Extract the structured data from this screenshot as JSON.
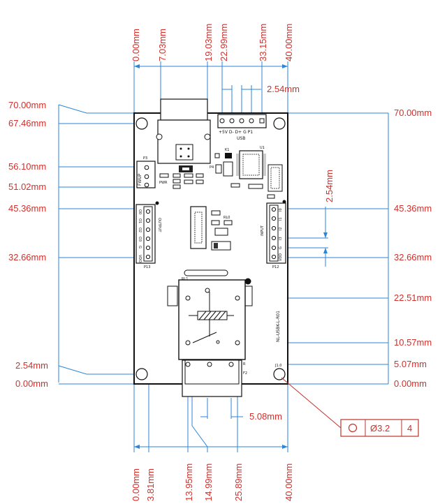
{
  "colors": {
    "dimension_text": "#d0302c",
    "dimension_line": "#2a86d8",
    "board": "#ffffff",
    "board_outline": "#111111",
    "callout": "#c0322c"
  },
  "dimensions": {
    "top": [
      "0.00mm",
      "7.03mm",
      "19.03mm",
      "22.99mm",
      "33.15mm",
      "40.00mm"
    ],
    "bottom": [
      "0.00mm",
      "3.81mm",
      "13.95mm",
      "14.99mm",
      "25.89mm",
      "40.00mm"
    ],
    "left": [
      "70.00mm",
      "67.46mm",
      "56.10mm",
      "51.02mm",
      "45.36mm",
      "32.66mm",
      "2.54mm",
      "0.00mm"
    ],
    "right": [
      "70.00mm",
      "45.36mm",
      "32.66mm",
      "22.51mm",
      "10.57mm",
      "5.07mm",
      "0.00mm"
    ],
    "usb_pitch": "2.54mm",
    "input_pitch": "2.54mm",
    "terminal_pitch": "5.08mm"
  },
  "hole_callout": {
    "symbol": "circle",
    "diameter": "Ø3.2",
    "count": "4"
  },
  "silkscreen": {
    "usb_pins": "+5V  D-  D+  G  P1",
    "usb_label": "USB",
    "pwr_label": "PWR",
    "fwup_label": "FWUP",
    "p3_label": "P3",
    "p4_label": "P4",
    "k1_label": "K1",
    "u1_label": "U1",
    "rl0_label": "RL0",
    "rl1_label": "RL1",
    "output_label": "OUTPUT",
    "output_pins": [
      "O0",
      "O1",
      "O2",
      "O3",
      "G",
      "VDO"
    ],
    "p13_label": "P13",
    "input_label": "INPUT",
    "input_pins": [
      "I0",
      "I1",
      "I2",
      "I3",
      "G",
      "VDD"
    ],
    "p12_label": "P12",
    "board_name": "NL-USBK-L-R01",
    "j1_label": "J1.0",
    "r_label": "R",
    "f2_label": "F2"
  }
}
